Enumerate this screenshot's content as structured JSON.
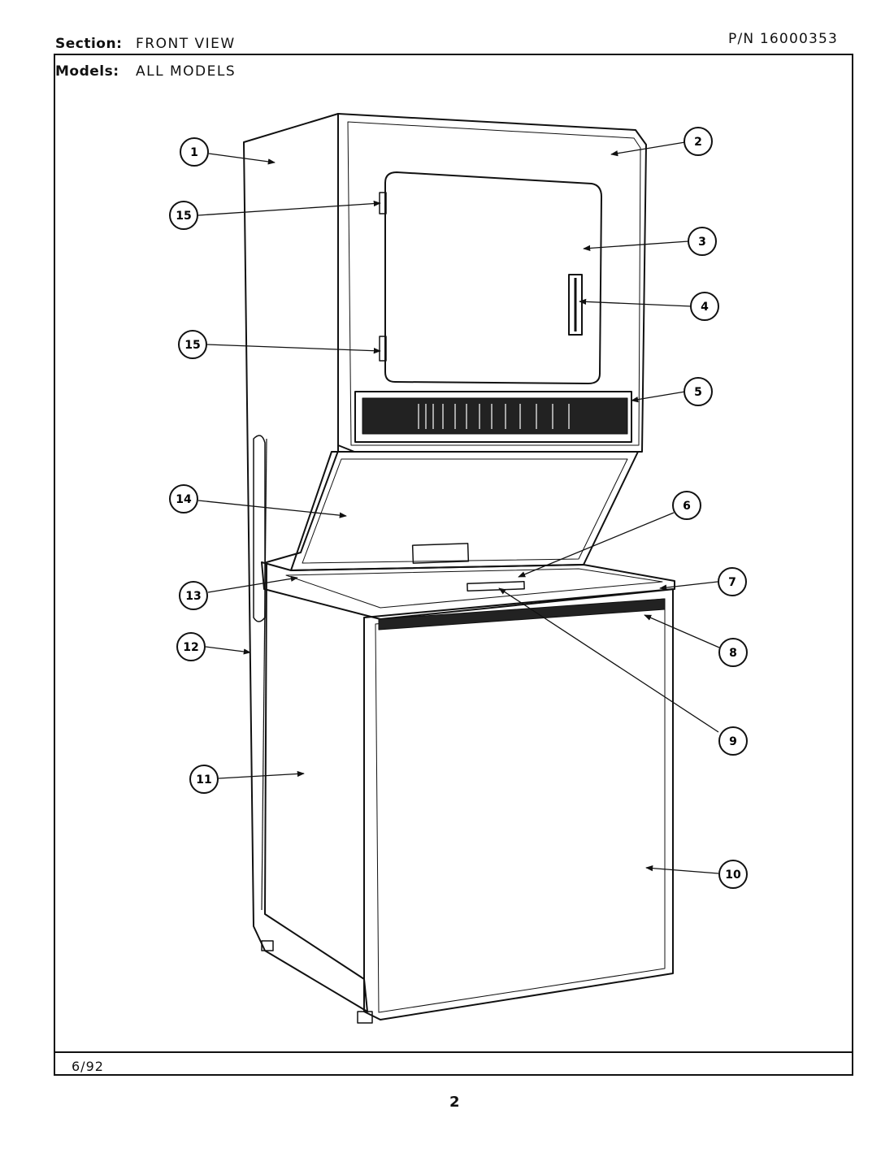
{
  "header": {
    "section_label": "Section:",
    "section_value": "FRONT VIEW",
    "part_number": "P/N 16000353",
    "models_label": "Models:",
    "models_value": "ALL MODELS"
  },
  "footer": {
    "date": "6/92",
    "page_number": "2"
  },
  "callouts": [
    {
      "id": "callout-1",
      "number": "1"
    },
    {
      "id": "callout-2",
      "number": "2"
    },
    {
      "id": "callout-3",
      "number": "3"
    },
    {
      "id": "callout-4",
      "number": "4"
    },
    {
      "id": "callout-5",
      "number": "5"
    },
    {
      "id": "callout-6",
      "number": "6"
    },
    {
      "id": "callout-7",
      "number": "7"
    },
    {
      "id": "callout-8",
      "number": "8"
    },
    {
      "id": "callout-9",
      "number": "9"
    },
    {
      "id": "callout-10",
      "number": "10"
    },
    {
      "id": "callout-11",
      "number": "11"
    },
    {
      "id": "callout-12",
      "number": "12"
    },
    {
      "id": "callout-13",
      "number": "13"
    },
    {
      "id": "callout-14",
      "number": "14"
    },
    {
      "id": "callout-15a",
      "number": "15"
    },
    {
      "id": "callout-15b",
      "number": "15"
    }
  ]
}
